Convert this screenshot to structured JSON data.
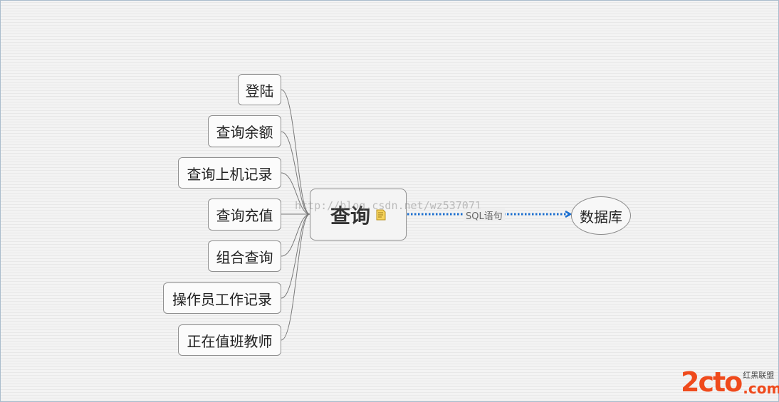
{
  "central": {
    "label": "查询",
    "icon": "note-icon"
  },
  "branches": [
    {
      "label": "登陆"
    },
    {
      "label": "查询余额"
    },
    {
      "label": "查询上机记录"
    },
    {
      "label": "查询充值"
    },
    {
      "label": "组合查询"
    },
    {
      "label": "操作员工作记录"
    },
    {
      "label": "正在值班教师"
    }
  ],
  "relationship": {
    "label": "SQL语句",
    "color": "#1b6fd1",
    "style": "dotted",
    "target": "数据库"
  },
  "database": {
    "label": "数据库"
  },
  "watermark": {
    "text": "http://blog.csdn.net/wz537071"
  },
  "logo": {
    "main": "2cto",
    "chinese": "红黑联盟",
    "suffix": ".com",
    "color": "#ef4a1c"
  }
}
